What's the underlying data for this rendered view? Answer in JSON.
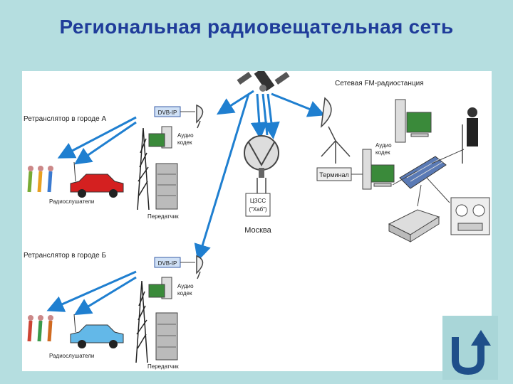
{
  "title": "Региональная радиовещательная сеть",
  "diagram": {
    "fm_station_label": "Сетевая FM-радиостанция",
    "relay_a_label": "Ретранслятор в городе А",
    "relay_b_label": "Ретранслятор в городе Б",
    "dvb_ip_a": "DVB-IP",
    "dvb_ip_b": "DVB-IP",
    "audio_codec_a_line1": "Аудио",
    "audio_codec_a_line2": "кодек",
    "audio_codec_b_line1": "Аудио",
    "audio_codec_b_line2": "кодек",
    "audio_codec_station_line1": "Аудио",
    "audio_codec_station_line2": "кодек",
    "transmitter_a": "Передатчик",
    "transmitter_b": "Передатчик",
    "listeners_a": "Радиослушатели",
    "listeners_b": "Радиослушатели",
    "terminal": "Терминал",
    "hub_line1": "ЦЗСС",
    "hub_line2": "(\"Хаб\")",
    "moscow": "Москва"
  },
  "colors": {
    "background": "#b5dee0",
    "title": "#1f3c9a",
    "signal_arrow": "#1f7fd0",
    "car_a": "#d42020",
    "car_b": "#63b8e8"
  },
  "back_button": {
    "icon": "u-turn-arrow-icon"
  }
}
